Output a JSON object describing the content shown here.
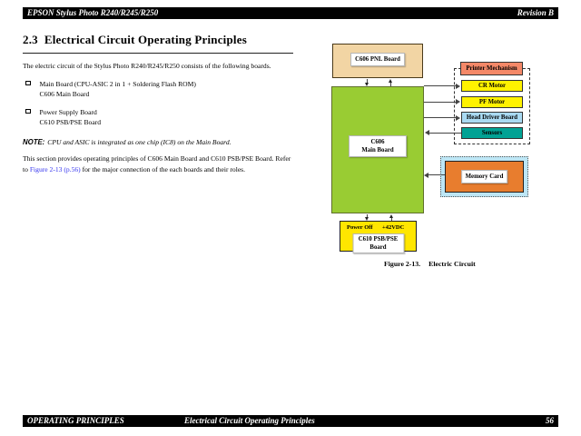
{
  "header": {
    "left": "EPSON Stylus Photo R240/R245/R250",
    "right": "Revision B"
  },
  "footer": {
    "left": "OPERATING PRINCIPLES",
    "center": "Electrical Circuit Operating Principles",
    "page": "56"
  },
  "section": {
    "number": "2.3",
    "title": "Electrical Circuit Operating Principles",
    "intro": "The electric circuit of the Stylus Photo R240/R245/R250 consists of the following boards.",
    "bullets": [
      {
        "line1": "Main Board (CPU-ASIC 2 in 1 + Soldering Flash ROM)",
        "line2": "C606 Main Board"
      },
      {
        "line1": "Power Supply Board",
        "line2": "C610 PSB/PSE Board"
      }
    ],
    "note_label": "NOTE:",
    "note_text": "CPU and ASIC is integrated as one chip (IC8) on the Main Board.",
    "para2_pre": "This section provides operating principles of C606 Main Board and C610 PSB/PSE Board. Refer to ",
    "para2_link": "Figure 2-13 (p.56)",
    "para2_post": " for the major connection of the each boards and their roles."
  },
  "diagram": {
    "pnl_board": "C606 PNL Board",
    "main_board_line1": "C606",
    "main_board_line2": "Main Board",
    "printer_mechanism": "Printer Mechanism",
    "cr_motor": "CR Motor",
    "pf_motor": "PF Motor",
    "head_driver": "Head Driver Board",
    "sensors": "Sensors",
    "memory_card": "Memory Card",
    "power_off": "Power Off",
    "plus42vdc": "+42VDC",
    "psb_line1": "C610 PSB/PSE",
    "psb_line2": "Board",
    "caption_label": "Figure 2-13.",
    "caption_text": "Electric Circuit"
  },
  "colors": {
    "bar_bg": "#000000",
    "link": "#3333EE",
    "pnl_board": "#F2D5A4",
    "main_board": "#99CC33",
    "printer_mechanism": "#F48868",
    "motor_yellow": "#FFF200",
    "head_driver": "#A9DAF2",
    "sensors": "#00A294",
    "memory_card": "#E87D2E",
    "memory_frame": "#BDE6F5",
    "psb_board": "#FFE600"
  }
}
